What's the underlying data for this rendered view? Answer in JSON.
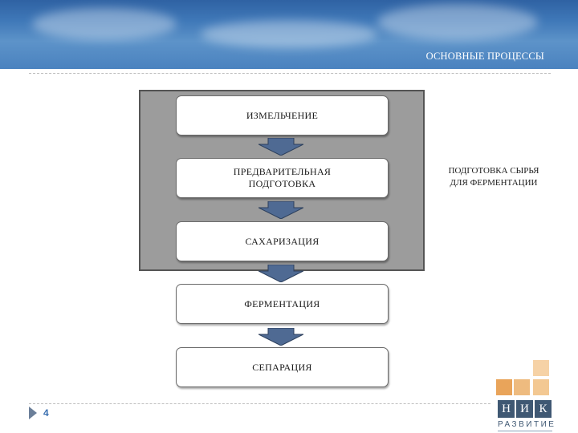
{
  "header": {
    "title": "ОСНОВНЫЕ ПРОЦЕССЫ"
  },
  "steps": [
    {
      "label": "ИЗМЕЛЬЧЕНИЕ"
    },
    {
      "label": "ПРЕДВАРИТЕЛЬНАЯ\nПОДГОТОВКА"
    },
    {
      "label": "САХАРИЗАЦИЯ"
    },
    {
      "label": "ФЕРМЕНТАЦИЯ"
    },
    {
      "label": "СЕПАРАЦИЯ"
    }
  ],
  "group_label": "ПОДГОТОВКА СЫРЬЯ\nДЛЯ ФЕРМЕНТАЦИИ",
  "footer": {
    "page_number": "4"
  },
  "logo": {
    "letters": [
      "Н",
      "И",
      "К"
    ],
    "subtitle": "РАЗВИТИЕ"
  },
  "colors": {
    "header_blue": "#3f78b8",
    "panel_gray": "#9c9c9c",
    "arrow_fill": "#4f6a93",
    "logo_orange": "#e9a45a",
    "logo_dark": "#3f5873"
  },
  "icons": {
    "step_connector": "down-arrow-icon",
    "page_marker": "chevron-marker-icon"
  }
}
